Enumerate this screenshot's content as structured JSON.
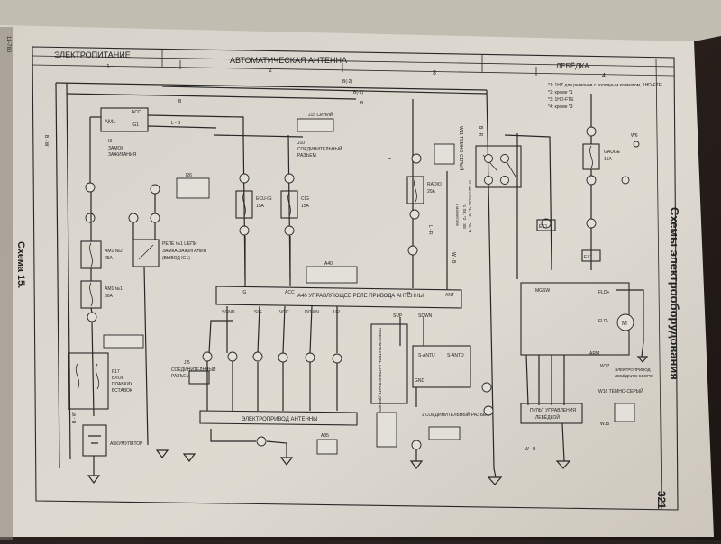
{
  "page": {
    "header_power": "ЭЛЕКТРОПИТАНИЕ",
    "header_antenna": "АВТОМАТИЧЕСКАЯ АНТЕННА",
    "header_winch": "ЛЕБЁДКА",
    "col1": "1",
    "col2": "2",
    "col3": "3",
    "col4": "4",
    "side_title": "Схемы электрооборудования",
    "scheme_label": "Схема 15.",
    "page_number": "321",
    "top_left_number": "11-780"
  },
  "notes": [
    "*1: 1HZ для регионов с холодным климатом, 1HD-FTE",
    "*2: кроме *1",
    "*3: 1HD-FTE",
    "*4: кроме *3"
  ],
  "components": {
    "ign_switch": "АМ1",
    "ign_switch_acc": "ACC",
    "ign_switch_ig1": "IG1",
    "ign_label_code": "I3",
    "ign_label_1": "ЗАМОК",
    "ign_label_2": "ЗАЖИГАНИЯ",
    "lb": "L - B",
    "j15": "J15 СИНИЙ",
    "j10_1": "J10",
    "j10_2": "СОЕДИНИТЕЛЬНЫЙ",
    "j10_3": "РАЗЪЕМ",
    "i26": "I26",
    "relay_ig_1": "РЕЛЕ №1 ЦЕПИ",
    "relay_ig_2": "ЗАМКА ЗАЖИГАНИЯ",
    "relay_ig_3": "(ВЫВОД IG1)",
    "fuse_am1no2": "AM1 №2",
    "fuse_am1no2_a": "25A",
    "fuse_am1no1": "AM1 №1",
    "fuse_am1no1_a": "80A",
    "fuse_ecuig": "ECU-IG",
    "fuse_ecuig_a": "15A",
    "fuse_cig": "CIG",
    "fuse_cig_a": "15A",
    "fuse_radio": "RADIO",
    "fuse_radio_a": "20A",
    "fuse_gauge": "GAUGE",
    "fuse_gauge_a": "15A",
    "a40": "A40",
    "a40_title": "A40 УПРАВЛЯЮЩЕЕ РЕЛЕ ПРИВОДА АНТЕННЫ",
    "a40_ig": "IG",
    "a40_acc": "ACC",
    "a40_b": "B",
    "a40_ant": "ANT",
    "a40_sgnd": "SGND",
    "a40_sig": "SIG",
    "a40_vcc": "VCC",
    "a40_down": "DOWN",
    "a40_up": "UP",
    "a40_sup": "SUP",
    "a40_sdwn": "SDWN",
    "j5_1": "J 5",
    "j5_2": "СОЕДИНИТЕЛЬНЫЙ",
    "j5_3": "РАЗЪЕМ",
    "fusebox_1": "F17",
    "fusebox_2": "БЛОК",
    "fusebox_3": "ПЛАВКИХ",
    "fusebox_4": "ВСТАВОК",
    "a35_title": "A35",
    "a35_label": "ЭЛЕКТРОПРИВОД АНТЕННЫ",
    "switch_box": "ПЕРЕКЛЮЧАТЕЛЬ НАПРАВЛЕНИЯ ДВИЖЕНИЯ",
    "s_antu": "S-ANTU",
    "s_antd": "S-ANTD",
    "gnd": "GND",
    "j_connector": "J СОЕДИНИТЕЛЬНЫЙ РАЗЪЕМ",
    "w11": "W11 ТЕМНО-СЕРЫЙ",
    "w11_note": "от магнитолы *1, *2 — *3, *4",
    "battery": "АККУМУЛЯТОР",
    "mgsw": "MGSW",
    "fld_plus": "FLD+",
    "fld_minus": "FLD-",
    "arm": "ARM",
    "m": "M",
    "ex1": "EX1",
    "winch_drive_1": "ЭЛЕКТРОПРИВОД",
    "winch_drive_2": "ЛЕБЁДКИ В СБОРЕ",
    "winch_remote_1": "ПУЛЬТ УПРАВЛЕНИЯ",
    "winch_remote_2": "ЛЕБЁДКОЙ",
    "w16": "W16 ТЕМНО-СЕРЫЙ",
    "w17": "W17",
    "w6": "W6",
    "w15": "W15"
  },
  "wire_labels": {
    "bw": "B - W",
    "b": "B",
    "l": "L",
    "br": "B - R",
    "wb": "W - B",
    "bl": "B - L",
    "lb2": "L - B",
    "lr": "L - R",
    "b2": "B(-2)",
    "b1": "B(-1)",
    "cables_1": "к магнитоле",
    "cables_2": "*1 SE, *2 - SE"
  }
}
